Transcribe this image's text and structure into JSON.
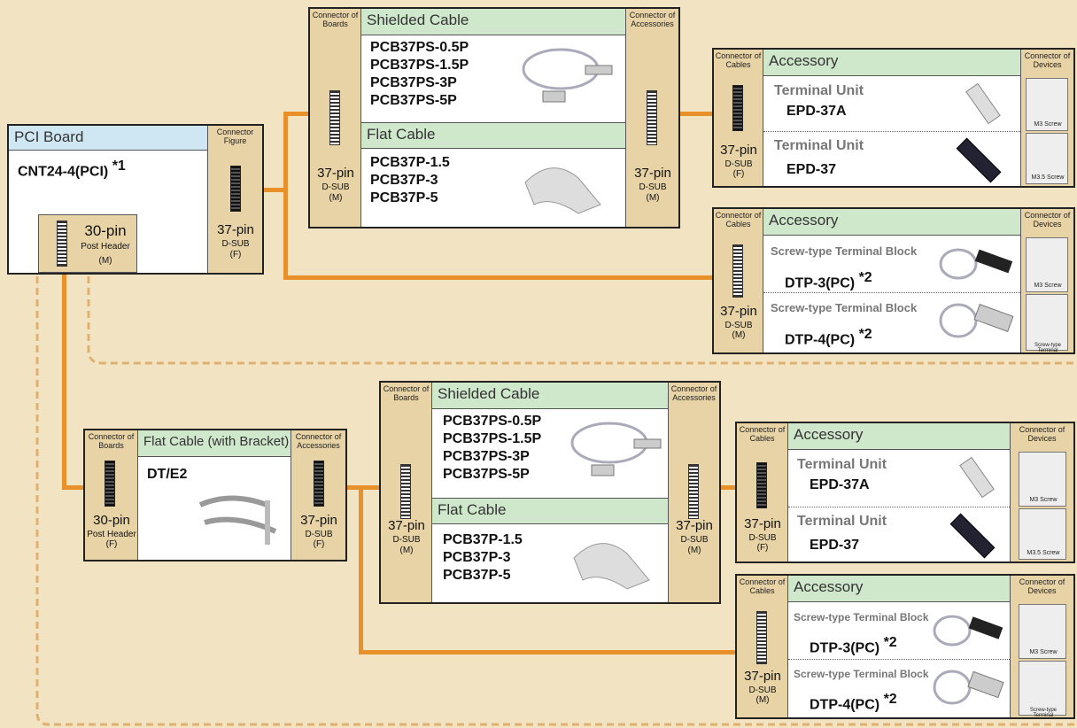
{
  "colors": {
    "orange": "#e8912a",
    "tan": "#e8d3a6",
    "green": "#cfe8cc",
    "blue": "#cfe6f3"
  },
  "pci": {
    "title": "PCI Board",
    "conn_fig": "Connector Figure",
    "part": "CNT24-4(PCI)",
    "note": "*1",
    "pin30": "30-pin",
    "ph": "Post Header",
    "m": "(M)",
    "pin37": "37-pin",
    "dsub": "D-SUB",
    "f": "(F)"
  },
  "top_cable": {
    "cob": "Connector of Boards",
    "coa": "Connector of Accessories",
    "shielded": "Shielded Cable",
    "shielded_parts": [
      "PCB37PS-0.5P",
      "PCB37PS-1.5P",
      "PCB37PS-3P",
      "PCB37PS-5P"
    ],
    "flat": "Flat Cable",
    "flat_parts": [
      "PCB37P-1.5",
      "PCB37P-3",
      "PCB37P-5"
    ],
    "pin": "37-pin",
    "dsub": "D-SUB",
    "m": "(M)"
  },
  "acc1": {
    "coc": "Connector of Cables",
    "acc": "Accessory",
    "cod": "Connector of Devices",
    "name1": "Terminal Unit",
    "part1": "EPD-37A",
    "screw1": "M3 Screw",
    "name2": "Terminal Unit",
    "part2": "EPD-37",
    "screw2": "M3.5 Screw",
    "pin": "37-pin",
    "dsub": "D-SUB",
    "f": "(F)"
  },
  "acc2": {
    "coc": "Connector of Cables",
    "acc": "Accessory",
    "cod": "Connector of Devices",
    "name1": "Screw-type Terminal Block",
    "part1": "DTP-3(PC)",
    "note1": "*2",
    "screw1": "M3 Screw",
    "name2": "Screw-type Terminal Block",
    "part2": "DTP-4(PC)",
    "note2": "*2",
    "screw2": "Screw-type Terminal",
    "pin": "37-pin",
    "dsub": "D-SUB",
    "m": "(M)"
  },
  "flatbr": {
    "cob": "Connector of Boards",
    "title": "Flat Cable (with Bracket)",
    "coa": "Connector of Accessories",
    "part": "DT/E2",
    "pin30": "30-pin",
    "ph": "Post Header",
    "f": "(F)",
    "pin37": "37-pin",
    "dsub": "D-SUB"
  }
}
